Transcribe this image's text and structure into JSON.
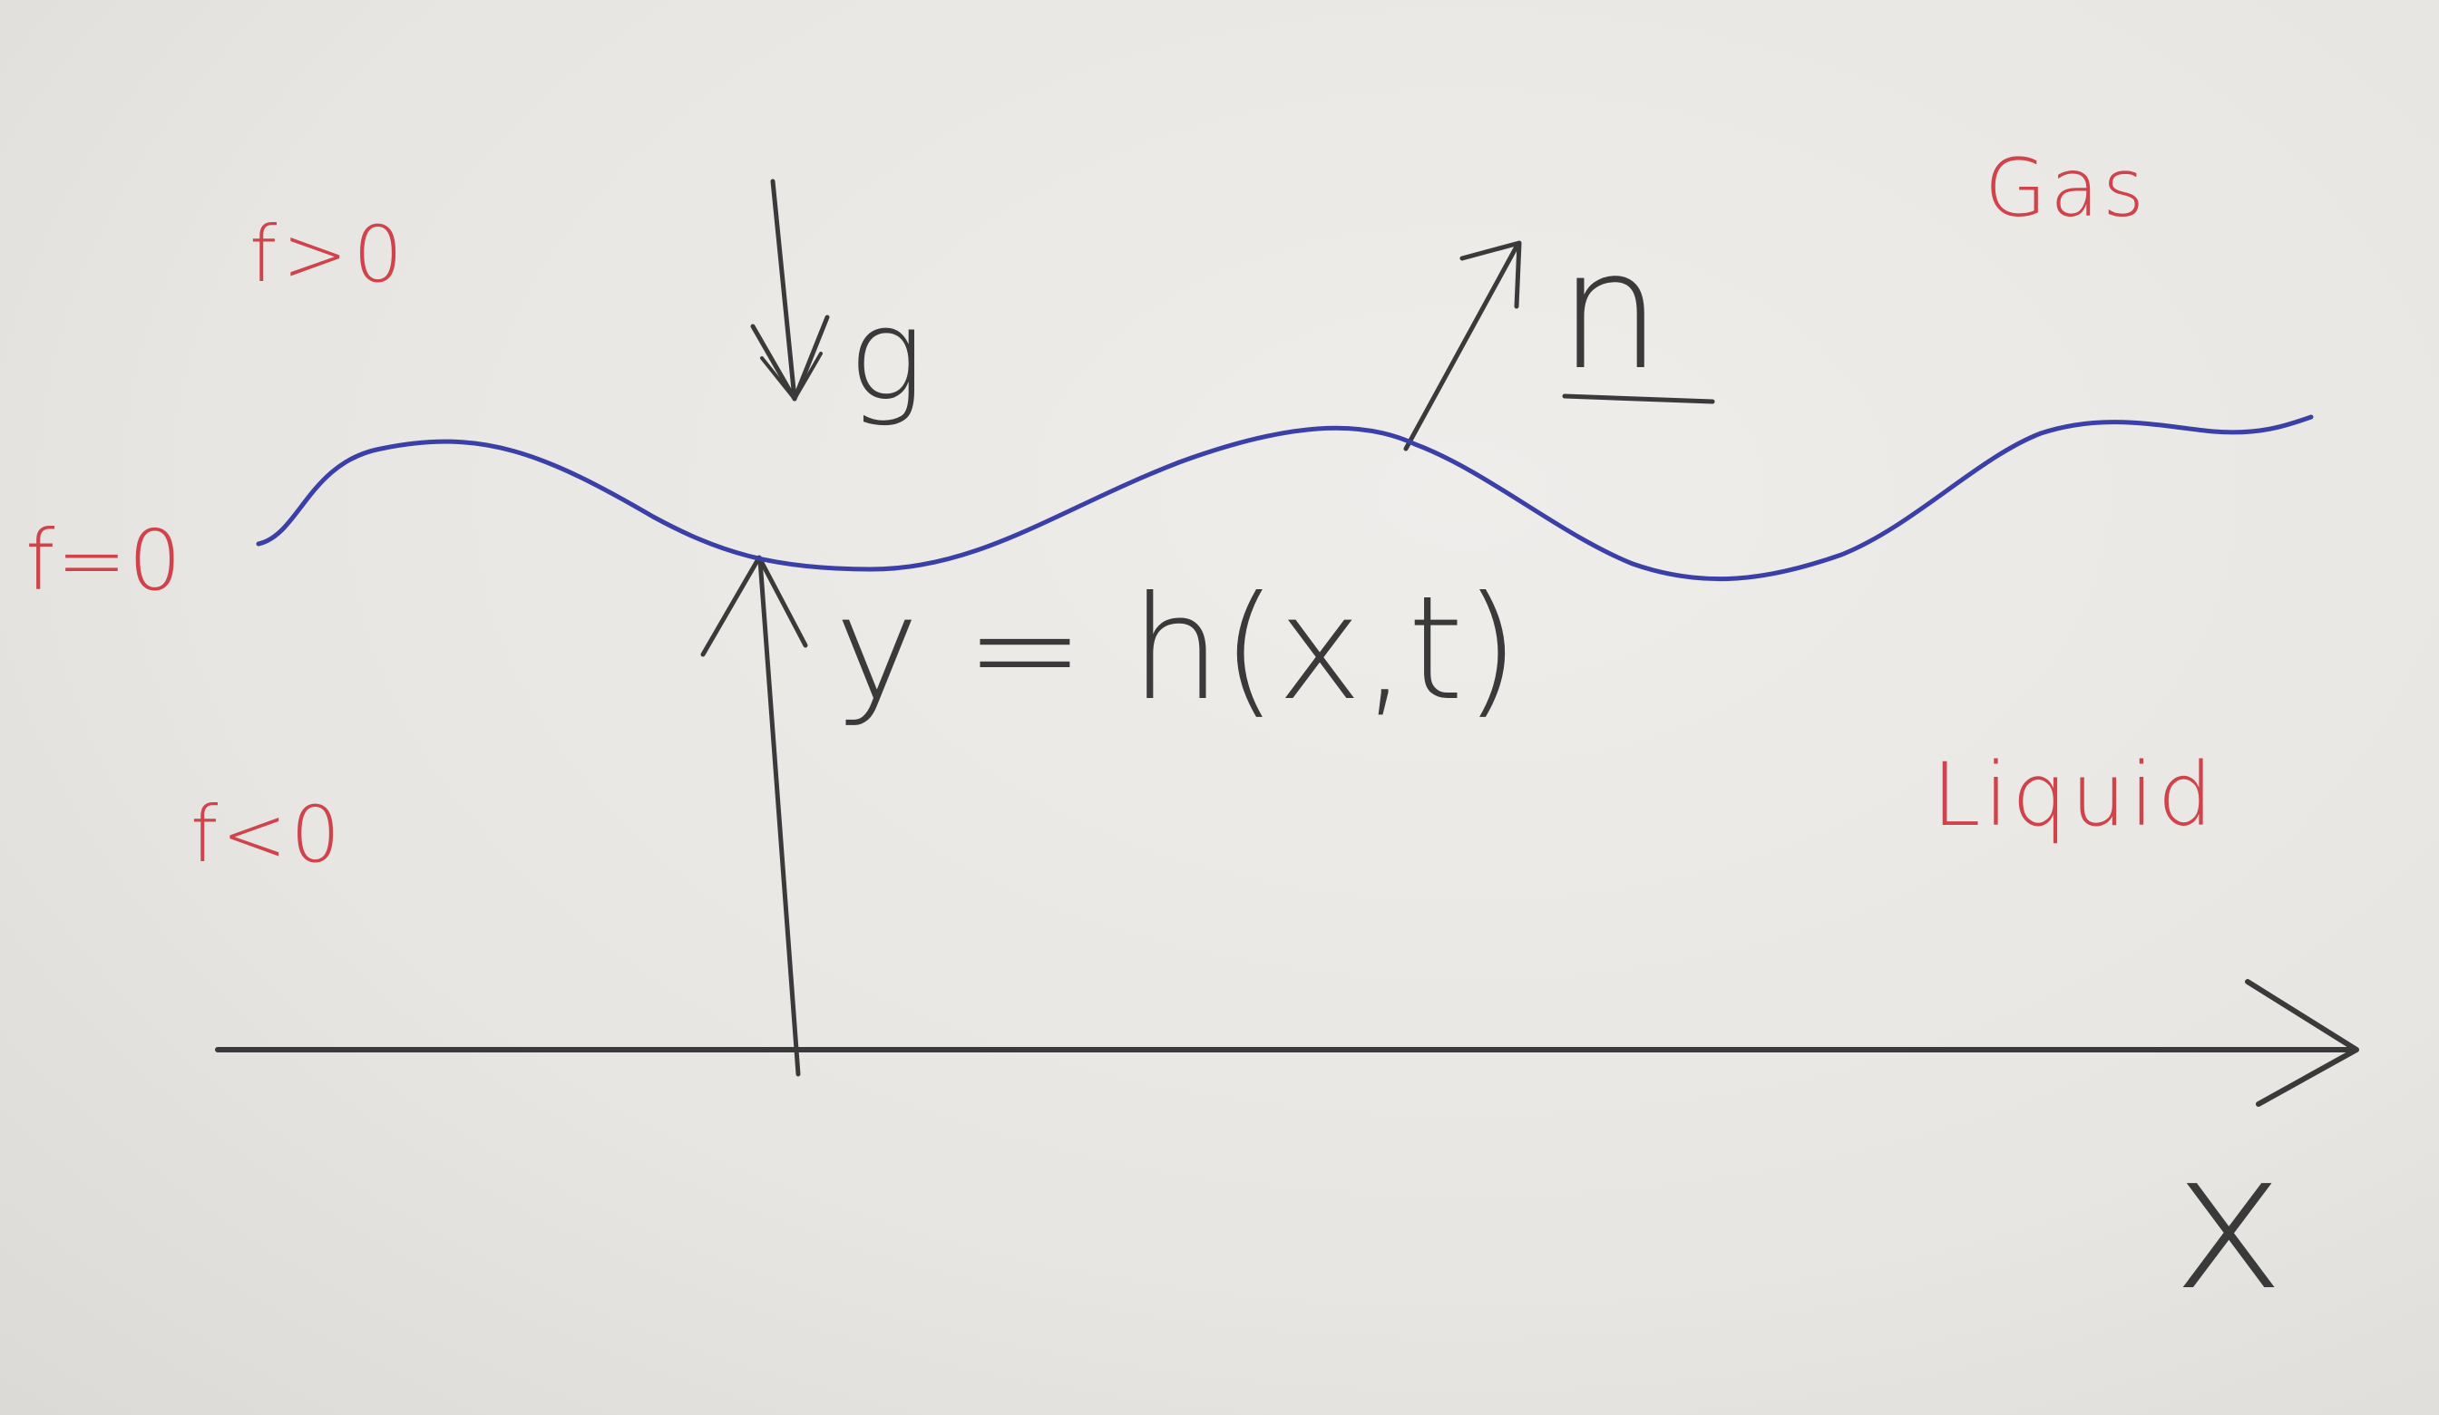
{
  "labels": {
    "gas": "Gas",
    "liquid": "Liquid",
    "f_positive": "f>0",
    "f_zero": "f=0",
    "f_negative": "f<0",
    "gravity": "g",
    "normal": "n",
    "interface_eq": "y = h(x,t)",
    "x_axis": "x"
  },
  "colors": {
    "region_label": "#d0434b",
    "interface_curve": "#3b3fa8",
    "ink": "#3a3a3a"
  }
}
